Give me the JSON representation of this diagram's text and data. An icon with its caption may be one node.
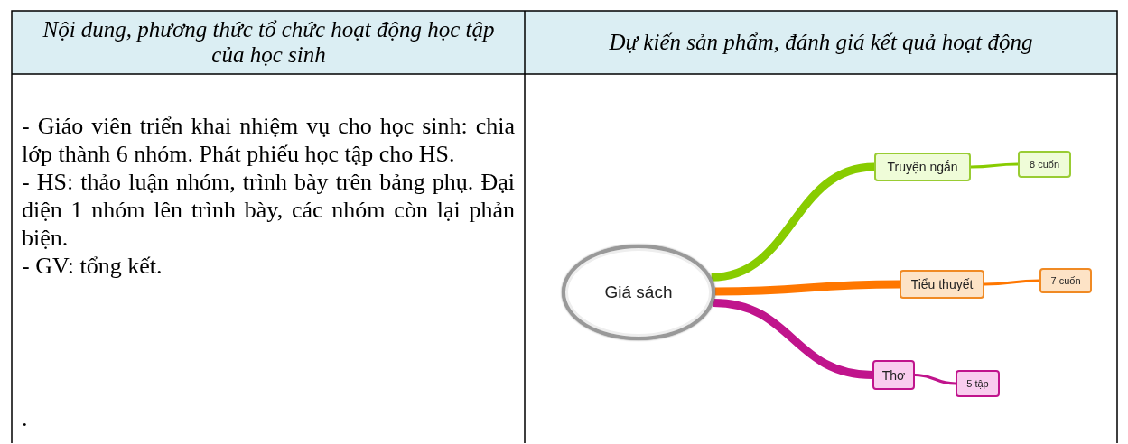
{
  "diagram": {
    "nodes": [
      {
        "text": [
          "Giá sách"
        ]
      },
      {
        "text": [
          "Truyện ngắn"
        ]
      },
      {
        "text": [
          "8 cuốn"
        ]
      },
      {
        "text": [
          "Tiểu thuyết"
        ]
      },
      {
        "text": [
          "7 cuốn"
        ]
      },
      {
        "text": [
          "Thơ"
        ]
      },
      {
        "text": [
          "5 tập"
        ]
      }
    ],
    "edges": [
      {
        "from": 0,
        "to": 1,
        "arrow": "none",
        "style": "thick",
        "color": "#88cc00"
      },
      {
        "from": 1,
        "to": 2,
        "arrow": "none",
        "color": "#88cc00"
      },
      {
        "from": 0,
        "to": 3,
        "arrow": "none",
        "style": "thick",
        "color": "#ff7700"
      },
      {
        "from": 3,
        "to": 4,
        "arrow": "none",
        "color": "#ff7700"
      },
      {
        "from": 0,
        "to": 5,
        "arrow": "none",
        "style": "thick",
        "color": "#c0148c"
      },
      {
        "from": 5,
        "to": 6,
        "arrow": "none",
        "color": "#c0148c"
      }
    ],
    "labels": [
      "Nội dung, phương thức tổ chức hoạt động học tập của học sinh",
      "Dự kiến sản phẩm, đánh giá kết quả hoạt động",
      "- Giáo viên triển khai nhiệm vụ cho học sinh: chia lớp thành 6 nhóm. Phát phiếu học tập cho HS.",
      "- HS: thảo luận nhóm, trình bày trên bảng phụ. Đại diện 1 nhóm lên trình bày, các nhóm còn lại phản biện.",
      "- GV: tổng kết.",
      "."
    ]
  }
}
